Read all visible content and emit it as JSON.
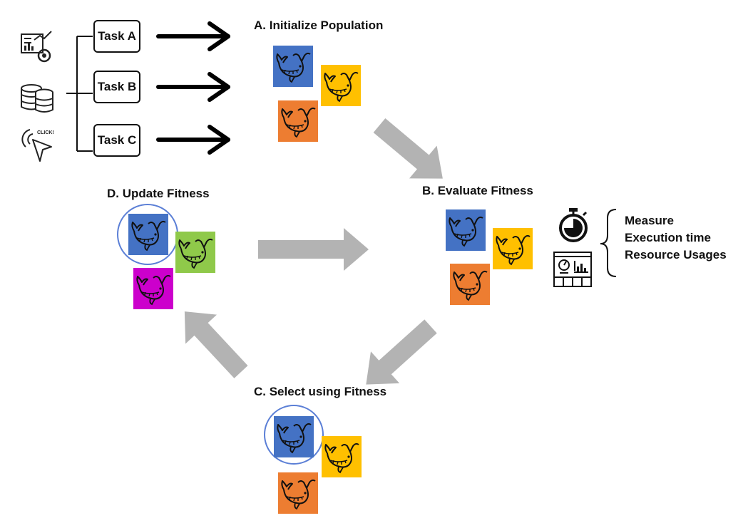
{
  "tasks": [
    "Task A",
    "Task B",
    "Task C"
  ],
  "click_text": "CLICK!",
  "steps": {
    "a": "A. Initialize Population",
    "b": "B. Evaluate Fitness",
    "c": "C. Select using Fitness",
    "d": "D. Update Fitness"
  },
  "metrics": [
    "Measure",
    "Execution time",
    "Resource Usages"
  ],
  "colors": {
    "blue": "#4472c4",
    "yellow": "#ffc000",
    "orange": "#ed7d31",
    "green": "#8fc94a",
    "magenta": "#cc00cc",
    "arrow_gray": "#b3b3b3",
    "ring": "#5b7fd6"
  },
  "icons": [
    "analytics-dashboard-icon",
    "database-icon",
    "click-cursor-icon",
    "whale-icon",
    "stopwatch-icon",
    "monitor-dashboard-icon"
  ]
}
